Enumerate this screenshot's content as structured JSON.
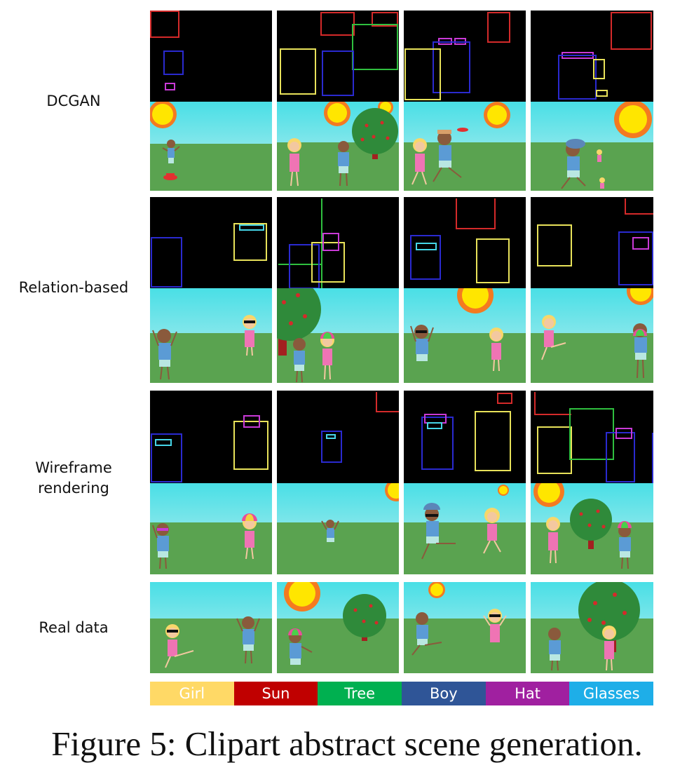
{
  "rows": [
    {
      "label": "DCGAN"
    },
    {
      "label": "Relation-based"
    },
    {
      "label_line1": "Wireframe",
      "label_line2": "rendering"
    },
    {
      "label": "Real data"
    }
  ],
  "legend": [
    {
      "label": "Girl",
      "color": "#ffd966"
    },
    {
      "label": "Sun",
      "color": "#c00000"
    },
    {
      "label": "Tree",
      "color": "#00b050"
    },
    {
      "label": "Boy",
      "color": "#2f5597"
    },
    {
      "label": "Hat",
      "color": "#a020a0"
    },
    {
      "label": "Glasses",
      "color": "#1eaee8"
    }
  ],
  "caption": "Figure 5: Clipart abstract scene generation.",
  "colors": {
    "girl_box": "#e8e25a",
    "sun_box": "#d42a2a",
    "tree_box": "#2fbf3f",
    "boy_box": "#2a2ad0",
    "hat_box": "#c93ad6",
    "glasses_box": "#46d6e8"
  }
}
